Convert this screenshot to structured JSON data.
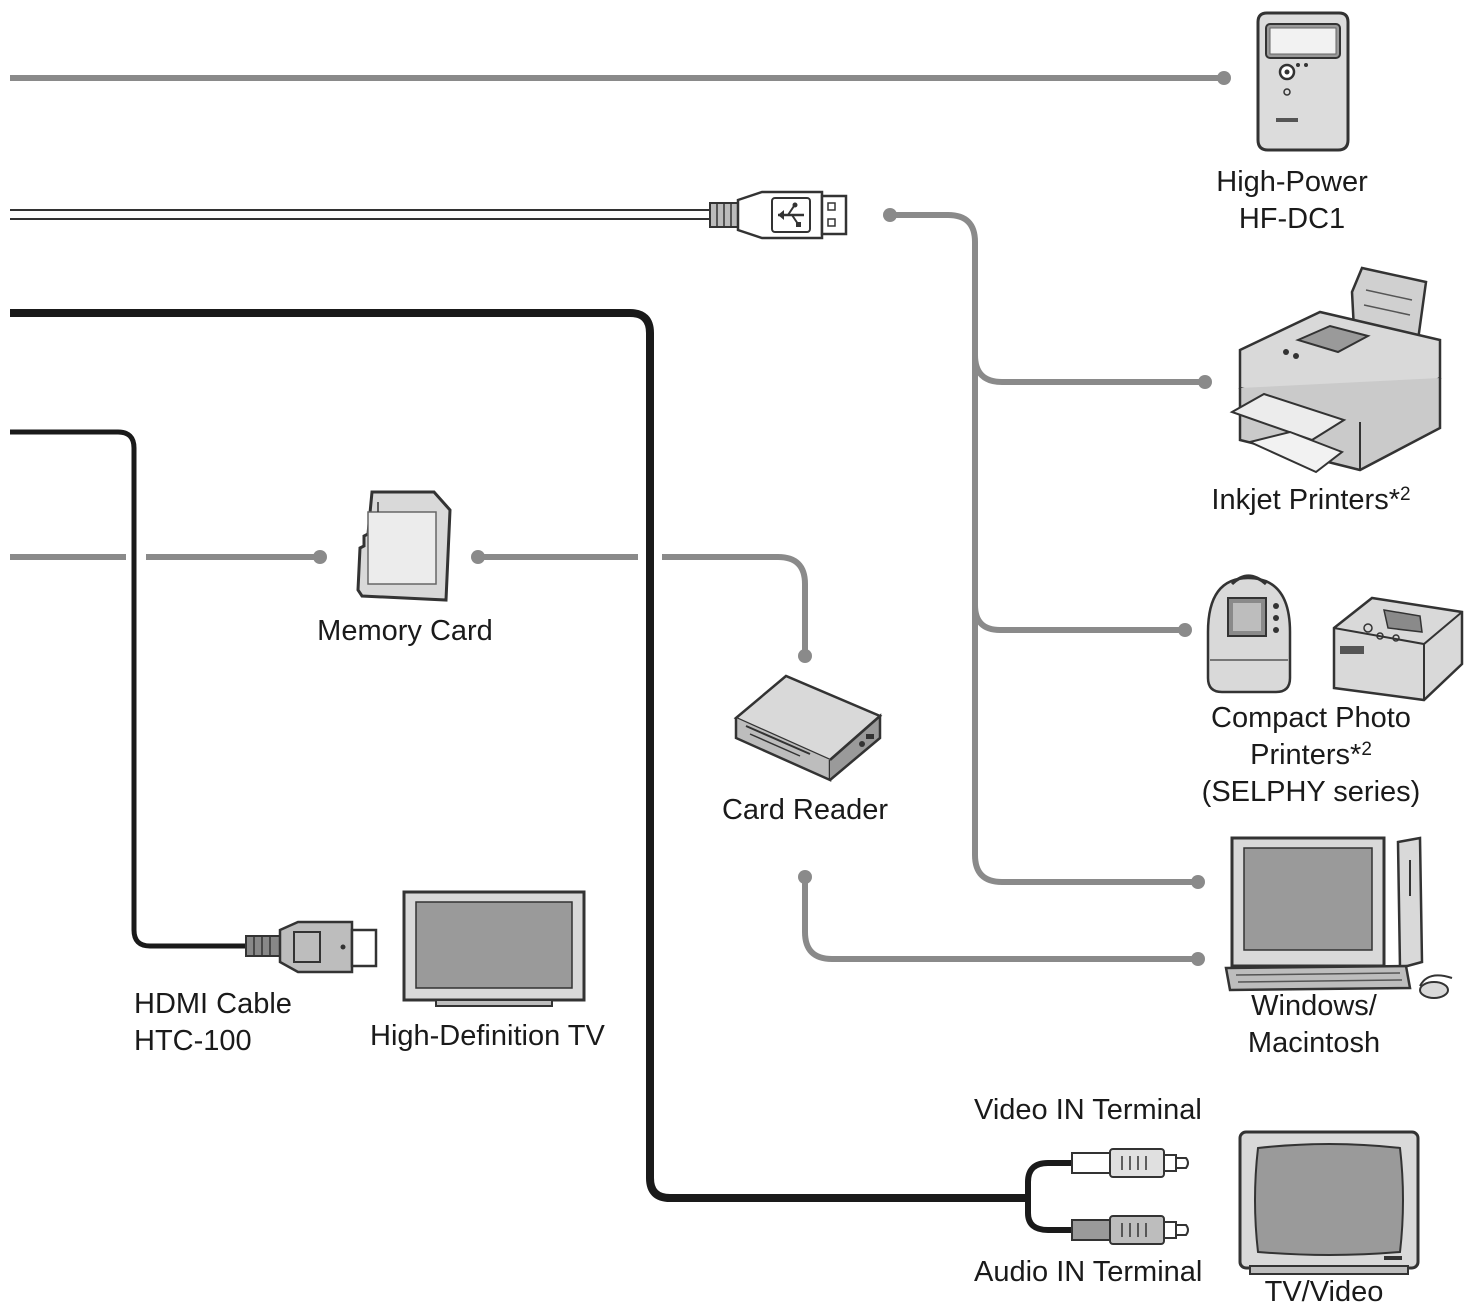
{
  "labels": {
    "flash_line1": "High-Power",
    "flash_line2": "HF-DC1",
    "inkjet": "Inkjet Printers*",
    "inkjet_note": "2",
    "memory_card": "Memory Card",
    "compact_line1": "Compact Photo",
    "compact_line2": "Printers*",
    "compact_note": "2",
    "compact_line3": "(SELPHY series)",
    "card_reader": "Card Reader",
    "computer_line1": "Windows/",
    "computer_line2": "Macintosh",
    "hdmi_line1": "HDMI Cable",
    "hdmi_line2": "HTC-100",
    "hdtv": "High-Definition TV",
    "video_in": "Video IN Terminal",
    "audio_in": "Audio IN Terminal",
    "tv_video": "TV/Video"
  },
  "colors": {
    "gray_line": "#8a8a8a",
    "black_line": "#1a1a1a",
    "device_fill": "#d9d9d9",
    "device_stroke": "#333333"
  }
}
